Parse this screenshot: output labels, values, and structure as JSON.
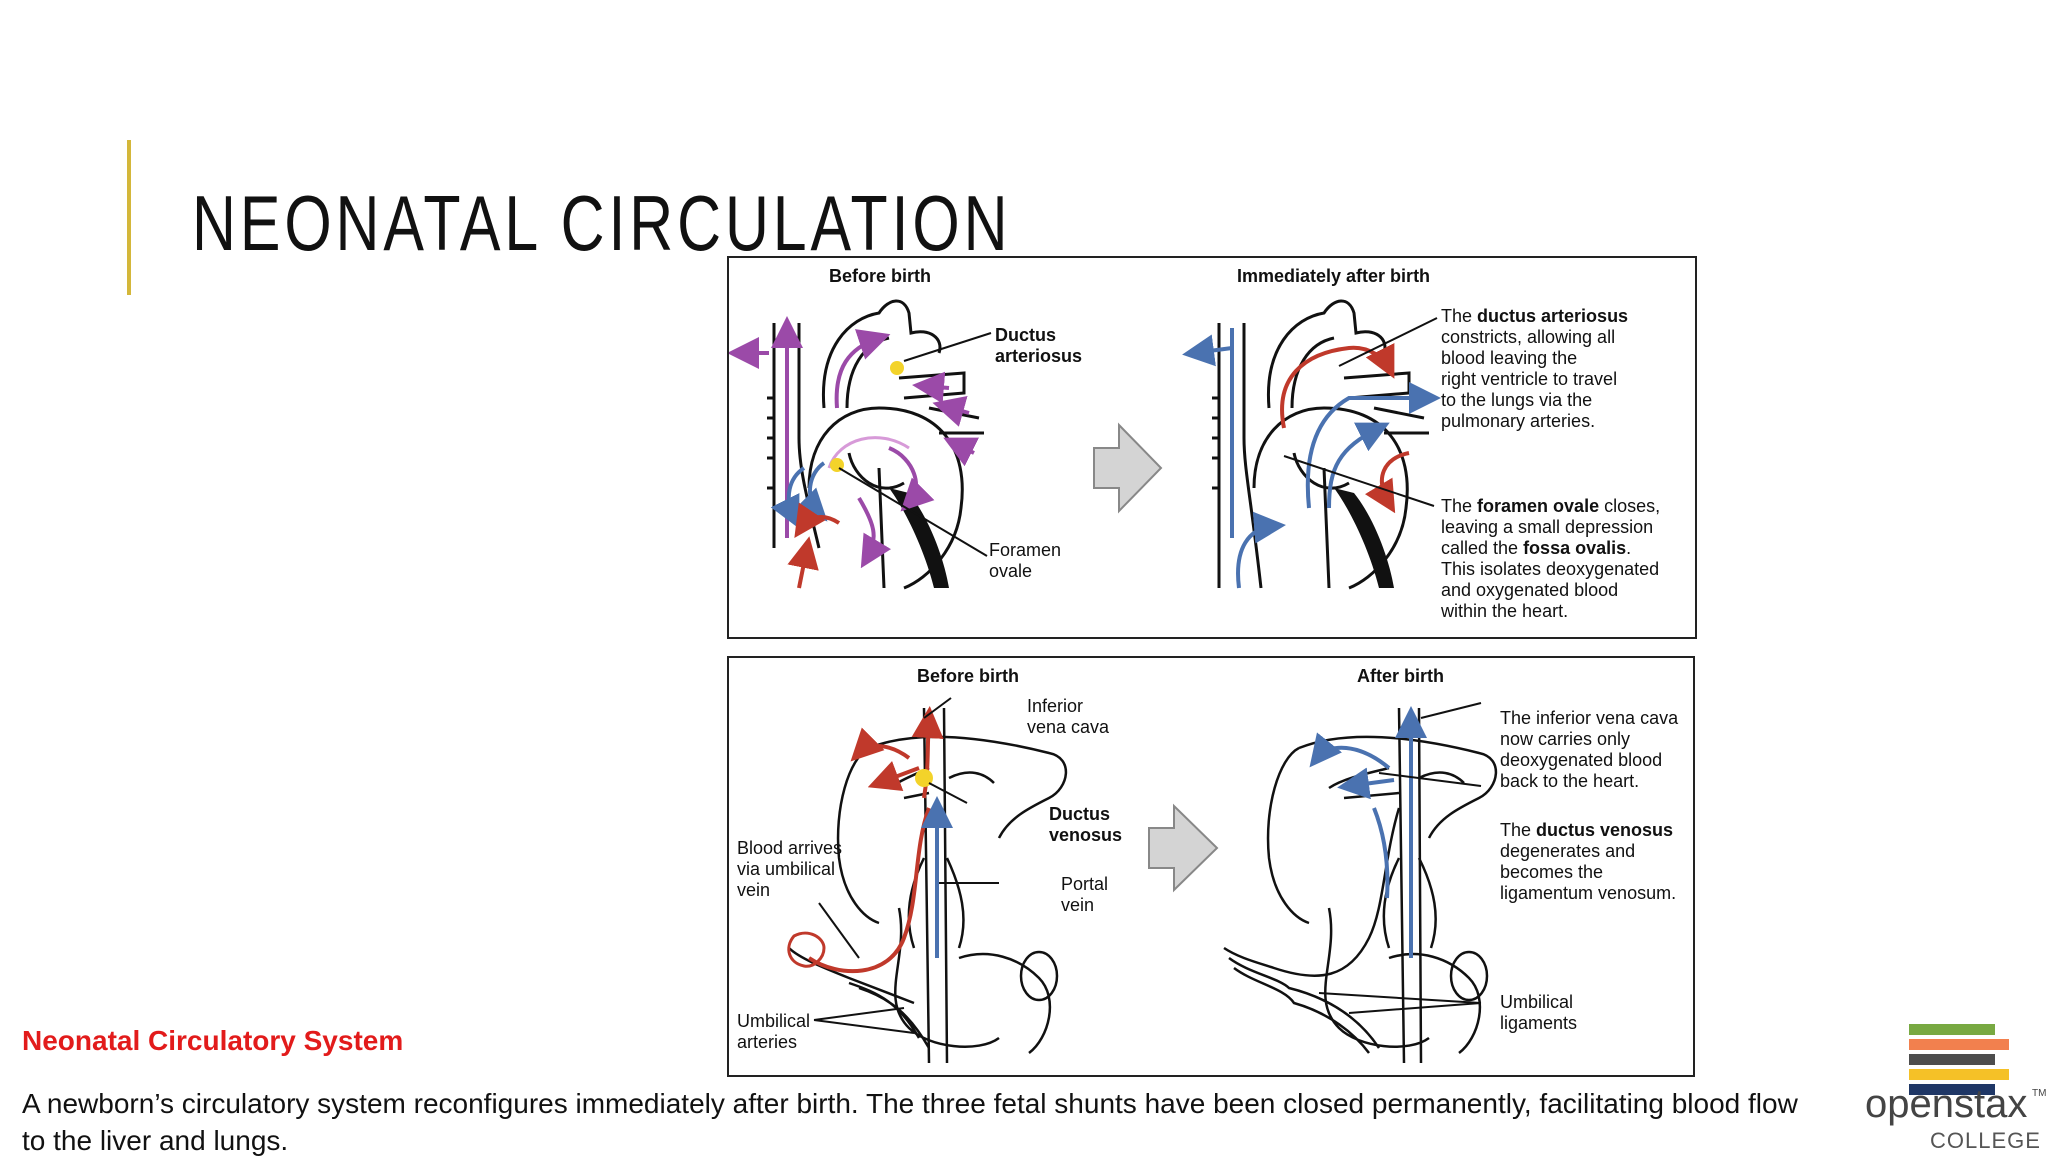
{
  "slide": {
    "title": "NEONATAL CIRCULATION"
  },
  "figure": {
    "heart_panel": {
      "before_heading": "Before birth",
      "after_heading": "Immediately after birth",
      "ductus_label_line1": "Ductus",
      "ductus_label_line2": "arteriosus",
      "foramen_label_line1": "Foramen",
      "foramen_label_line2": "ovale",
      "da_note": {
        "l1_pre": "The ",
        "l1_bold": "ductus arteriosus",
        "l2": "constricts, allowing all",
        "l3": "blood leaving the",
        "l4": "right ventricle to travel",
        "l5": "to the lungs via the",
        "l6": "pulmonary arteries."
      },
      "fo_note": {
        "l1_pre": "The ",
        "l1_bold": "foramen ovale",
        "l1_post": " closes,",
        "l2": "leaving a small depression",
        "l3_pre": "called the ",
        "l3_bold": "fossa ovalis",
        "l3_post": ".",
        "l4": "This isolates deoxygenated",
        "l5": "and oxygenated blood",
        "l6": "within the heart."
      }
    },
    "liver_panel": {
      "before_heading": "Before birth",
      "after_heading": "After birth",
      "ivc_label_line1": "Inferior",
      "ivc_label_line2": "vena cava",
      "dv_label_line1": "Ductus",
      "dv_label_line2": "venosus",
      "umbvein_line1": "Blood arrives",
      "umbvein_line2": "via umbilical",
      "umbvein_line3": "vein",
      "portal_line1": "Portal",
      "portal_line2": "vein",
      "umbart_line1": "Umbilical",
      "umbart_line2": "arteries",
      "ivc_note": {
        "l1": "The inferior vena cava",
        "l2": "now carries only",
        "l3": "deoxygenated blood",
        "l4": "back to the heart."
      },
      "dv_note": {
        "l1_pre": "The ",
        "l1_bold": "ductus venosus",
        "l2": "degenerates and",
        "l3": "becomes the",
        "l4": "ligamentum venosum."
      },
      "lig_line1": "Umbilical",
      "lig_line2": "ligaments"
    }
  },
  "caption": {
    "title": "Neonatal Circulatory System",
    "text": "A newborn’s circulatory system reconfigures immediately after birth. The three fetal shunts have been closed permanently, facilitating blood flow to the liver and lungs."
  },
  "logo": {
    "main": "openstax",
    "tm": "TM",
    "sub": "COLLEGE",
    "stripe_colors": [
      "#78a942",
      "#f2804e",
      "#4d4d4d",
      "#f5c127",
      "#1f3766"
    ]
  },
  "colors": {
    "accent": "#d4b73a",
    "caption_title": "#e21b1b",
    "oxygenated": "#c0392b",
    "deoxygenated": "#4a72b0",
    "mixed": "#9b4aa8",
    "shunt": "#f3d32a"
  }
}
